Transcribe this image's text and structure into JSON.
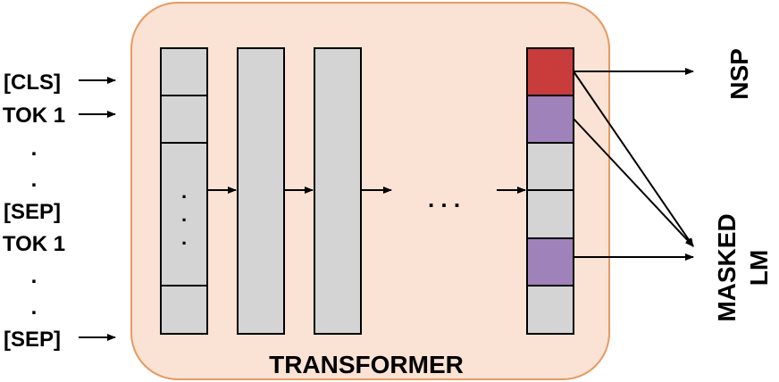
{
  "inputs": {
    "cls": "[CLS]",
    "tok1_a": "TOK 1",
    "dot_a1": ".",
    "dot_a2": ".",
    "sep_a": "[SEP]",
    "tok1_b": "TOK 1",
    "dot_b1": ".",
    "dot_b2": ".",
    "sep_b": "[SEP]"
  },
  "transformer": {
    "label": "TRANSFORMER",
    "ellipsis": ". . .",
    "inner_dots": [
      ".",
      ".",
      "."
    ]
  },
  "outputs": {
    "nsp": "NSP",
    "masked_line1": "MASKED",
    "masked_line2": "LM"
  },
  "colors": {
    "container_fill": "#fae3d4",
    "container_stroke": "#e59a63",
    "cell_fill": "#d4d4d4",
    "nsp_cell": "#c83c3c",
    "masked_cell": "#9f82b9"
  }
}
